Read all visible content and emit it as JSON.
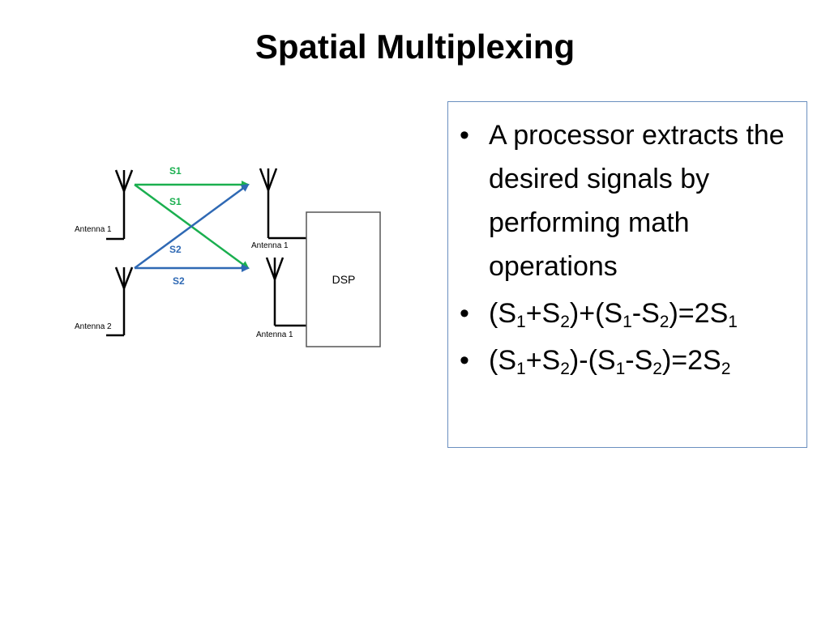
{
  "title": "Spatial Multiplexing",
  "diagram": {
    "tx_antennas": [
      "Antenna 1",
      "Antenna 2"
    ],
    "rx_antennas": [
      "Antenna 1",
      "Antenna 1"
    ],
    "signal_labels": [
      "S1",
      "S1",
      "S2",
      "S2"
    ],
    "processor_label": "DSP",
    "colors": {
      "s1": "#1aaf4f",
      "s2": "#2f69b4",
      "antenna": "#000000",
      "box_border": "#555555"
    }
  },
  "bullet_marker": "•",
  "bullets": [
    {
      "text": "A processor extracts the desired signals by performing math operations"
    },
    {
      "parts": [
        "(S",
        "1",
        "+S",
        "2",
        ")+(S",
        "1",
        "-S",
        "2",
        ")=2S",
        "1"
      ]
    },
    {
      "parts": [
        "(S",
        "1",
        "+S",
        "2",
        ")-(S",
        "1",
        "-S",
        "2",
        ")=2S",
        "2"
      ]
    }
  ]
}
